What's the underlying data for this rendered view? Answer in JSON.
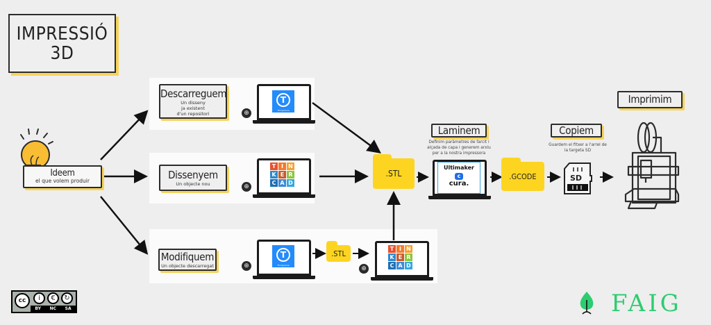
{
  "title": {
    "line1": "IMPRESSIÓ",
    "line2": "3D"
  },
  "idea": {
    "title": "Ideem",
    "subtitle": "el que volem produir"
  },
  "branches": [
    {
      "title": "Descarreguem",
      "subtitle_lines": [
        "Un disseny",
        "ja existent",
        "d'un repositori"
      ],
      "app": "Thingiverse"
    },
    {
      "title": "Dissenyem",
      "subtitle_lines": [
        "Un objecte nou"
      ],
      "app": "Tinkercad"
    },
    {
      "title": "Modifiquem",
      "subtitle_lines": [
        "Un objecte  descarregat"
      ],
      "app": "Thingiverse",
      "intermediate_file": ".STL",
      "app2": "Tinkercad"
    }
  ],
  "tinkercad_letters": [
    "T",
    "I",
    "N",
    "K",
    "E",
    "R",
    "C",
    "A",
    "D"
  ],
  "tinkercad_colors": [
    "#e8512f",
    "#f37b2e",
    "#f7a12d",
    "#2a8ad0",
    "#c85b2b",
    "#8cc63e",
    "#1f6fb2",
    "#3b8ad8",
    "#35a6e0"
  ],
  "thingiverse_label": "Thingiverse",
  "stl_file": ".STL",
  "laminem": {
    "title": "Laminem",
    "caption_lines": [
      "Definim paràmetres de farcit i",
      "alçada de capa i generem arxiu",
      "per a la nostra impressora"
    ],
    "app_brand": "Ultimaker",
    "app_name": "cura."
  },
  "gcode_file": ".GCODE",
  "copiem": {
    "title": "Copiem",
    "caption_lines": [
      "Guardem el fitxer a l'arrel de",
      "la targeta SD"
    ],
    "card_label": "SD"
  },
  "imprimim": {
    "title": "Imprimim"
  },
  "license": {
    "labels": [
      "BY",
      "NC",
      "SA"
    ],
    "cc": "cc"
  },
  "brand": {
    "name": "FAIG",
    "color": "#2ecc71"
  },
  "colors": {
    "accent_yellow": "#fdd521",
    "shadow_yellow": "#f6d35a",
    "bulb": "#f9bd33"
  }
}
